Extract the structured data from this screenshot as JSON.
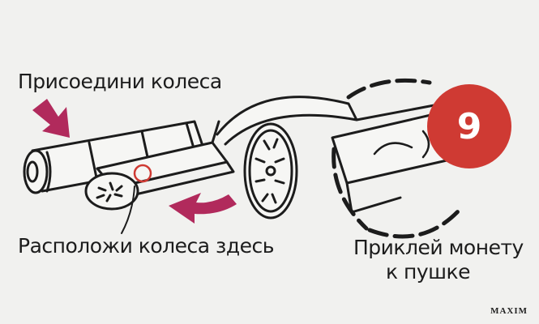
{
  "labels": {
    "attach_wheels": "Присоедини колеса",
    "place_wheels": "Расположи колеса здесь",
    "glue_coin_line1": "Приклей монету",
    "glue_coin_line2": "к пушке"
  },
  "step": {
    "number": "9"
  },
  "brand": "MAXIM",
  "colors": {
    "accent": "#cf3a33",
    "arrow": "#b12a5c",
    "ink": "#1c1c1c",
    "background": "#f1f1ef"
  }
}
